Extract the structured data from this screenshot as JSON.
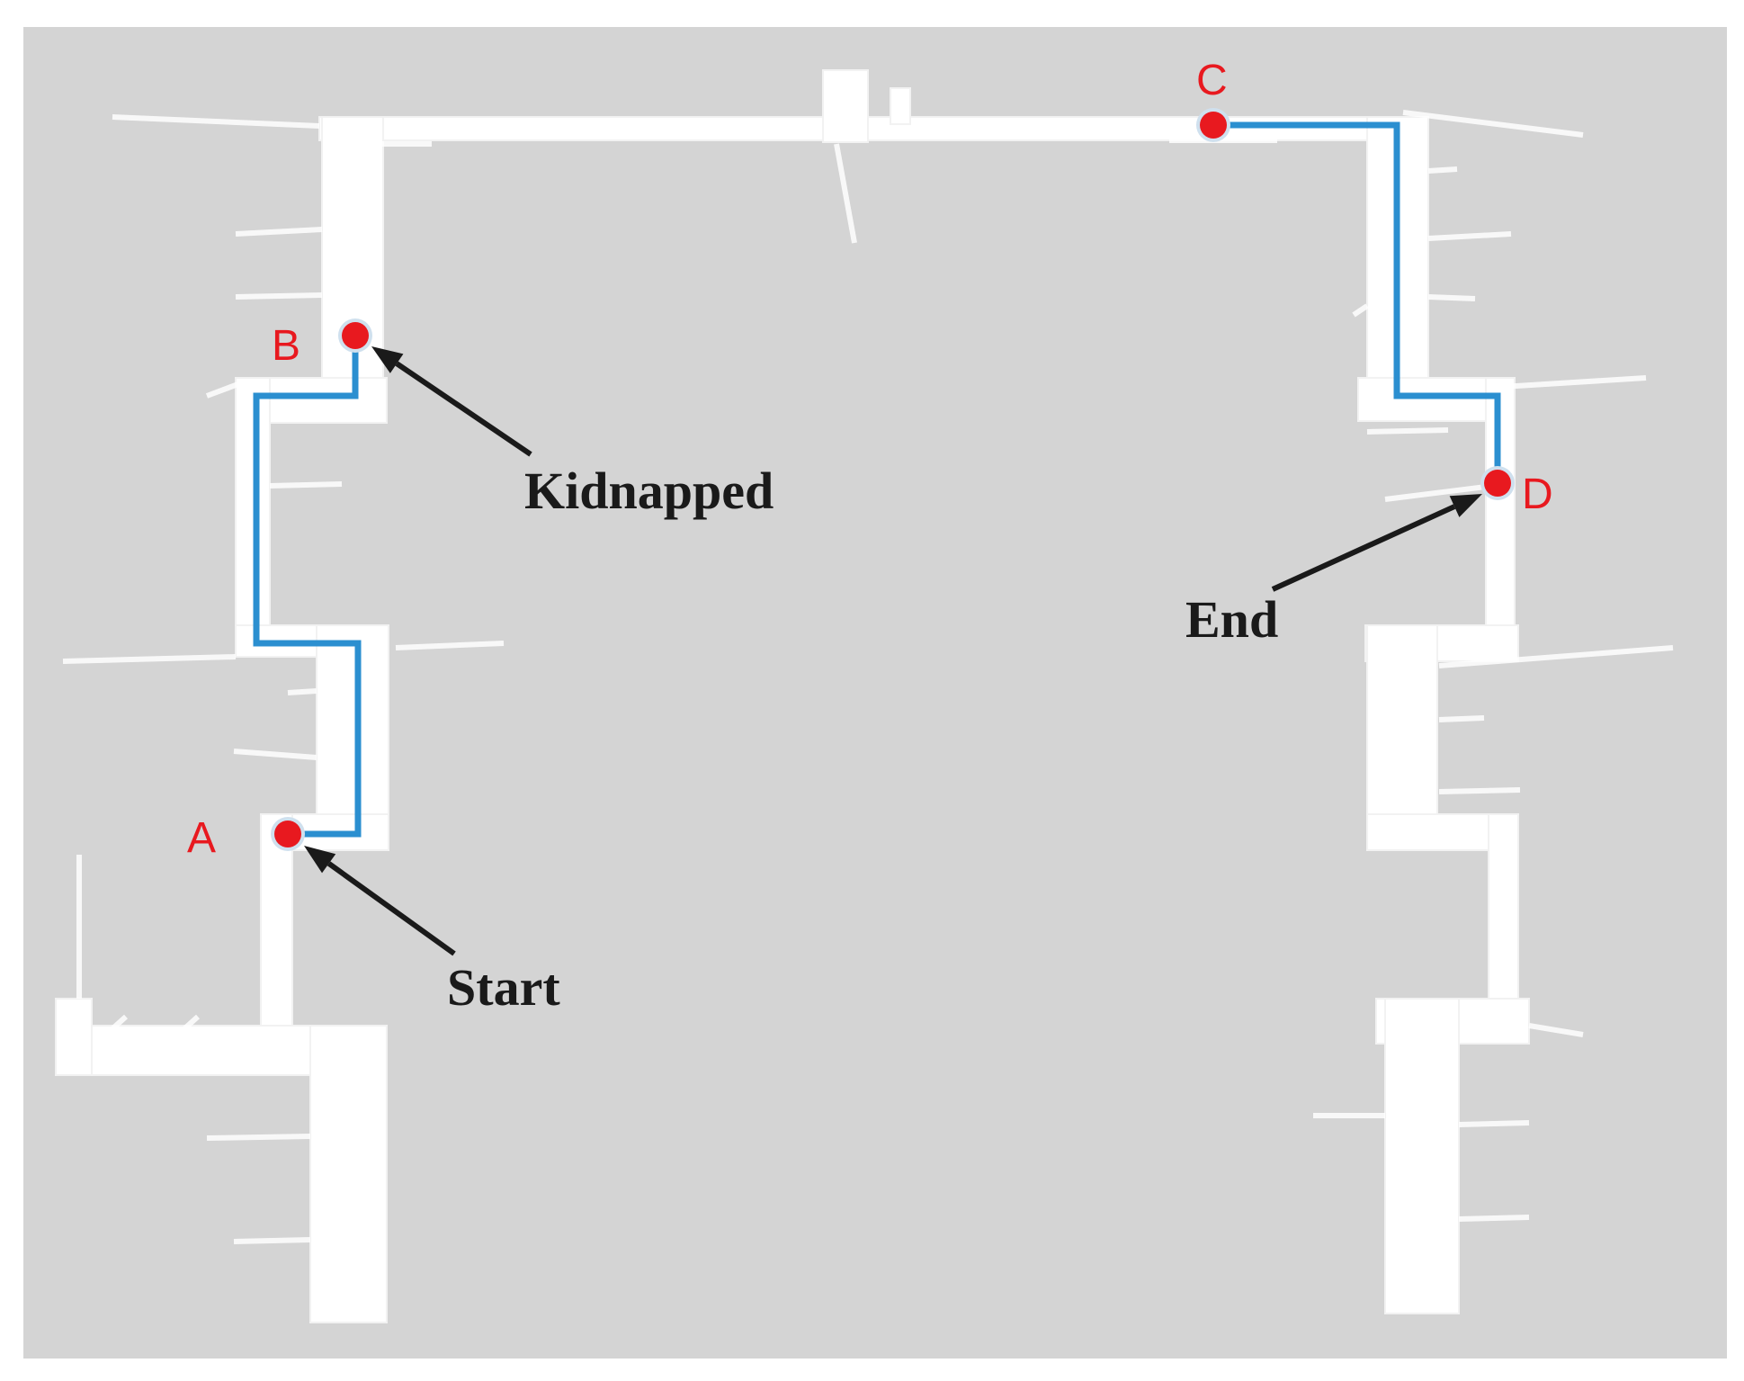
{
  "map": {
    "background_color": "#d4d4d4",
    "corridor_color": "#ffffff",
    "path_color": "#2b8fd0",
    "point_color": "#e8191f",
    "label_color": "#e8191f",
    "annotation_color": "#1a1a1a"
  },
  "points": [
    {
      "id": "A",
      "label": "A"
    },
    {
      "id": "B",
      "label": "B"
    },
    {
      "id": "C",
      "label": "C"
    },
    {
      "id": "D",
      "label": "D"
    }
  ],
  "annotations": [
    {
      "id": "start",
      "text": "Start"
    },
    {
      "id": "kidnapped",
      "text": "Kidnapped"
    },
    {
      "id": "end",
      "text": "End"
    }
  ],
  "segments": [
    {
      "from": "A",
      "to": "B"
    },
    {
      "from": "C",
      "to": "D"
    }
  ]
}
